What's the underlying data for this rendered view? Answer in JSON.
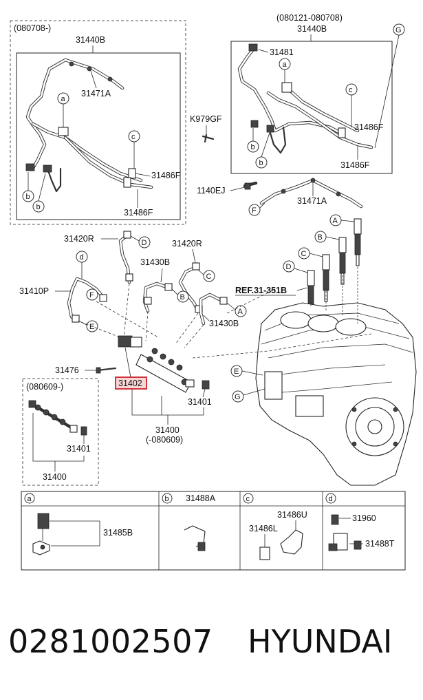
{
  "boxes": {
    "top_left_date": "(080708-)",
    "top_right_date": "(080121-080708)",
    "bottom_left_date": "(080609-)",
    "assembly_date": "(-080609)"
  },
  "parts": {
    "p31440B_left": "31440B",
    "p31440B_right": "31440B",
    "p31471A_left": "31471A",
    "p31471A_right": "31471A",
    "p31486F_l1": "31486F",
    "p31486F_l2": "31486F",
    "p31486F_r1": "31486F",
    "p31486F_r2": "31486F",
    "p31481": "31481",
    "pK979GF": "K979GF",
    "p1140EJ": "1140EJ",
    "p31420R_1": "31420R",
    "p31420R_2": "31420R",
    "p31430B_1": "31430B",
    "p31430B_2": "31430B",
    "p31410P": "31410P",
    "p31476": "31476",
    "p31402": "31402",
    "p31401_main": "31401",
    "p31401_box": "31401",
    "p31400_main": "31400",
    "p31400_box": "31400",
    "ref": "REF.31-351B"
  },
  "callouts": [
    "a",
    "b",
    "c",
    "d",
    "A",
    "B",
    "C",
    "D",
    "E",
    "F",
    "G"
  ],
  "legend_table": {
    "headers": [
      "a",
      "b",
      "c",
      "d"
    ],
    "a_part": "31485B",
    "b_part": "31488A",
    "c_part1": "31486U",
    "c_part2": "31486L",
    "d_part1": "31960",
    "d_part2": "31488T"
  },
  "footer": {
    "part_number": "0281002507",
    "brand": "HYUNDAI"
  },
  "colors": {
    "highlight_border": "#d0202a",
    "highlight_fill": "#f7d6d6",
    "line": "#222222"
  }
}
